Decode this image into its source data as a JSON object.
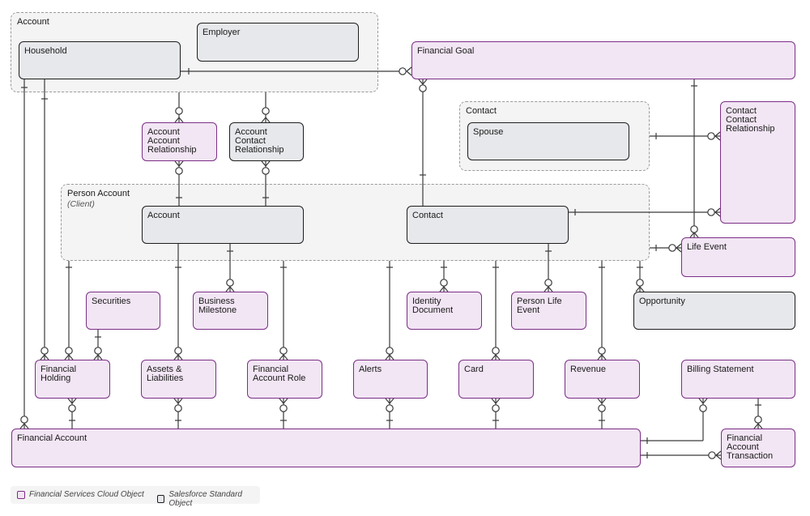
{
  "groups": {
    "account": {
      "title": "Account"
    },
    "contact": {
      "title": "Contact"
    },
    "person_account": {
      "title": "Person Account",
      "subtitle": "(Client)"
    }
  },
  "objects": {
    "household": "Household",
    "employer": "Employer",
    "financial_goal": "Financial Goal",
    "spouse": "Spouse",
    "contact_contact_relationship": "Contact\nContact\nRelationship",
    "account_account_relationship": "Account\nAccount\nRelationship",
    "account_contact_relationship": "Account\nContact\nRelationship",
    "account": "Account",
    "contact": "Contact",
    "life_event": "Life Event",
    "securities": "Securities",
    "business_milestone": "Business\nMilestone",
    "identity_document": "Identity\nDocument",
    "person_life_event": "Person Life\nEvent",
    "opportunity": "Opportunity",
    "financial_holding": "Financial\nHolding",
    "assets_liabilities": "Assets &\nLiabilities",
    "financial_account_role": "Financial\nAccount Role",
    "alerts": "Alerts",
    "card": "Card",
    "revenue": "Revenue",
    "billing_statement": "Billing Statement",
    "financial_account": "Financial Account",
    "financial_account_transaction": "Financial\nAccount\nTransaction"
  },
  "legend": {
    "fsc_label": "Financial Services Cloud Object",
    "std_label": "Salesforce Standard Object"
  },
  "colors": {
    "fsc_fill": "#f2e5f4",
    "fsc_border": "#7b2f86",
    "std_fill": "#e6e8eb",
    "std_border": "#1e1e1e",
    "line": "#3a3a3a"
  }
}
